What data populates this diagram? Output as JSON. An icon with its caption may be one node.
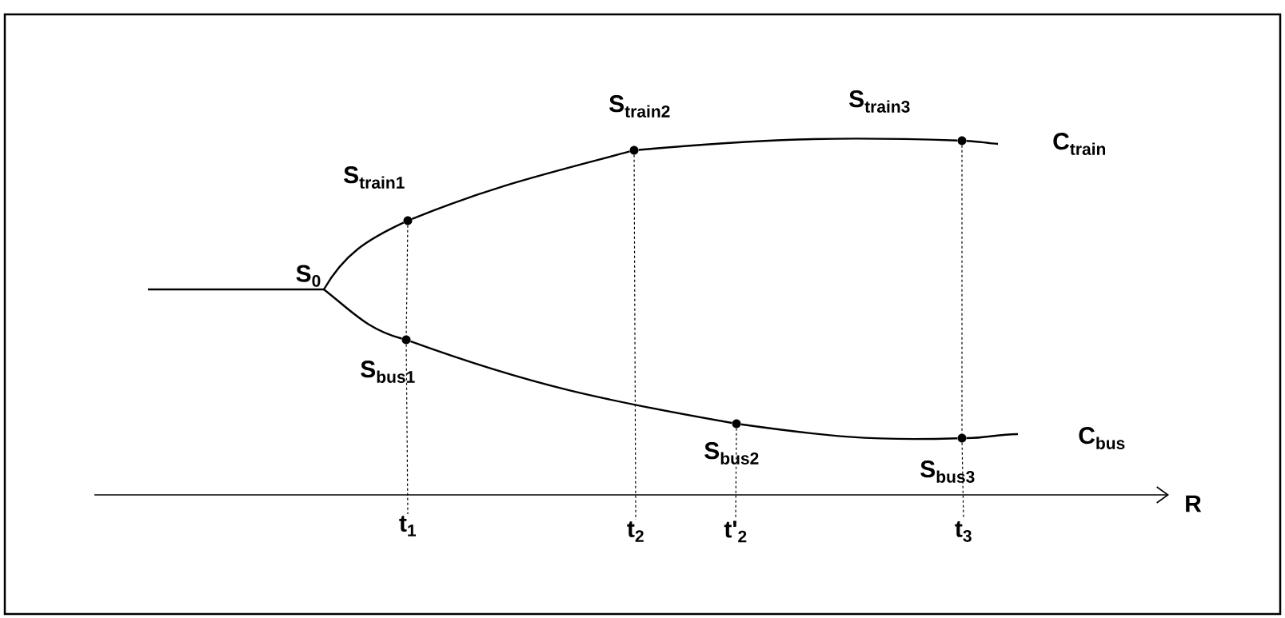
{
  "diagram": {
    "nodes": [
      {
        "text": [
          "S$_{0}$"
        ]
      },
      {
        "text": [],
        "shape": "circle",
        "beside": [
          "S$_{train1}$"
        ]
      },
      {
        "text": [],
        "shape": "circle",
        "beside": [
          "S$_{train2}$"
        ]
      },
      {
        "text": [],
        "shape": "circle",
        "beside": [
          "S$_{train3}$"
        ]
      },
      {
        "text": [],
        "shape": "circle",
        "beside": [
          "S$_{bus1}$"
        ]
      },
      {
        "text": [],
        "shape": "circle",
        "beside": [
          "S$_{bus2}$"
        ]
      },
      {
        "text": [],
        "shape": "circle",
        "beside": [
          "S$_{bus3}$"
        ]
      },
      {
        "text": [
          "t$_{1}$"
        ]
      },
      {
        "text": [
          "t$_{2}$"
        ]
      },
      {
        "text": [
          "t'$_{2}$"
        ]
      },
      {
        "text": [
          "t$_{3}$"
        ]
      }
    ],
    "edges": [
      {
        "from": null,
        "to": 0,
        "arrow": "none"
      },
      {
        "from": 0,
        "to": 1,
        "arrow": "none"
      },
      {
        "from": 1,
        "to": 2,
        "arrow": "none"
      },
      {
        "from": 2,
        "to": 3,
        "arrow": "none"
      },
      {
        "from": 3,
        "to": null,
        "arrow": "none"
      },
      {
        "from": 0,
        "to": 4,
        "arrow": "none"
      },
      {
        "from": 4,
        "to": 5,
        "arrow": "none"
      },
      {
        "from": 5,
        "to": 6,
        "arrow": "none"
      },
      {
        "from": 6,
        "to": null,
        "arrow": "none"
      },
      {
        "from": 1,
        "to": 4,
        "arrow": "none",
        "style": "dashed"
      },
      {
        "from": 4,
        "to": 7,
        "arrow": "none",
        "style": "dashed"
      },
      {
        "from": 2,
        "to": 8,
        "arrow": "none",
        "style": "dashed"
      },
      {
        "from": 5,
        "to": 9,
        "arrow": "none",
        "style": "dashed"
      },
      {
        "from": 3,
        "to": 6,
        "arrow": "none",
        "style": "dashed"
      },
      {
        "from": 6,
        "to": 10,
        "arrow": "none",
        "style": "dashed"
      }
    ],
    "labels": [
      "C$_{train}$",
      "C$_{bus}$",
      "R"
    ]
  }
}
